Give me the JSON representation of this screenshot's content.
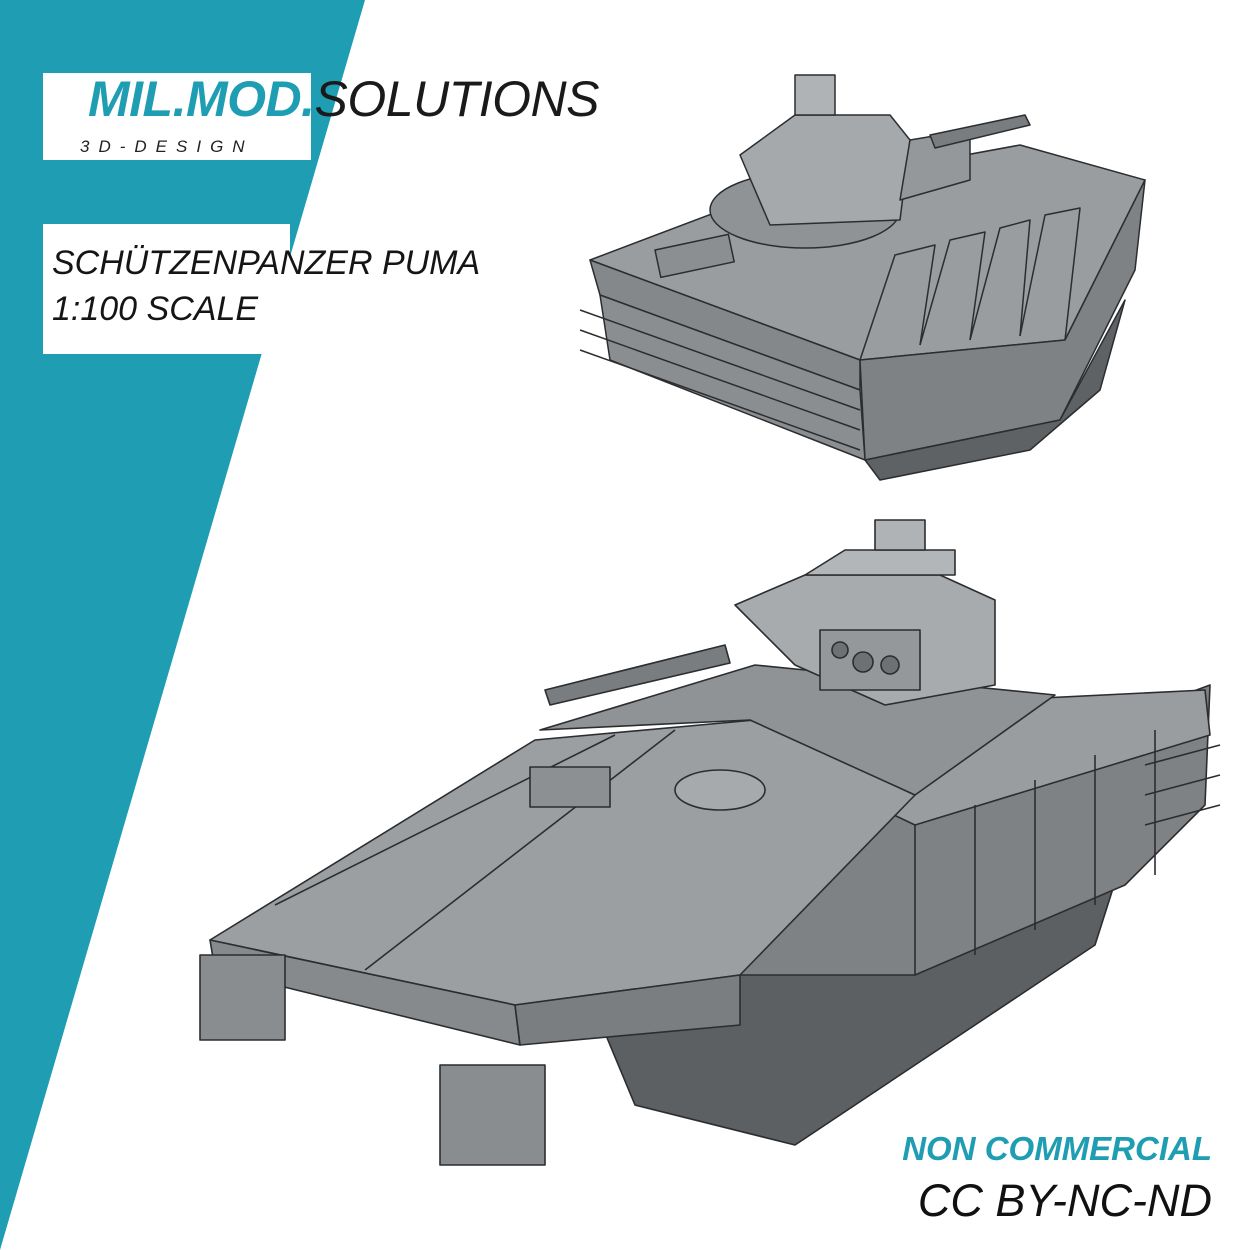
{
  "brand": {
    "name_accent": "MIL.MOD.",
    "name_rest": "SOLUTIONS",
    "tagline": "3D-DESIGN"
  },
  "product": {
    "title": "SCHÜTZENPANZER PUMA",
    "scale": "1:100 SCALE"
  },
  "license": {
    "usage": "NON COMMERCIAL",
    "code": "CC BY-NC-ND"
  },
  "renders": [
    {
      "icon": "ifv-render-rear-view-icon"
    },
    {
      "icon": "ifv-render-front-view-icon"
    }
  ],
  "colors": {
    "accent": "#1f9db3",
    "model_grey": "#8c8f92"
  }
}
